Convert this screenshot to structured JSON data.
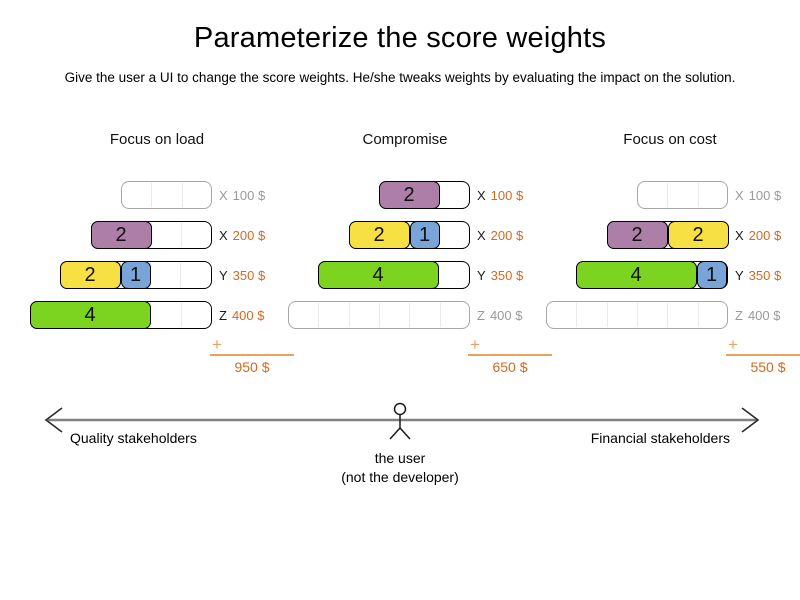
{
  "page": {
    "title": "Parameterize the score weights",
    "subtitle": "Give the user a UI to change the score weights. He/she tweaks weights by evaluating the impact on the solution."
  },
  "colors": {
    "purple": "#ad7fa8",
    "yellow": "#f7e043",
    "blue": "#78a4d8",
    "green": "#7cd421",
    "price_orange": "#d4691e",
    "sum_line_orange": "#eaa25f",
    "inactive_gray": "#999999",
    "letter_dark": "#1a1a1a",
    "empty_border": "#a6a6a6",
    "active_border": "#000000",
    "gridline": "#e9e9e9",
    "arrow_gray": "#808080"
  },
  "panels": [
    {
      "title": "Focus on load",
      "plus": "+",
      "total": "950 $",
      "rows": [
        {
          "letter": "X",
          "price": "100 $",
          "capacity": 3,
          "active": false,
          "blocks": []
        },
        {
          "letter": "X",
          "price": "200 $",
          "capacity": 4,
          "active": true,
          "blocks": [
            {
              "color": "purple",
              "value": "2"
            }
          ]
        },
        {
          "letter": "Y",
          "price": "350 $",
          "capacity": 5,
          "active": true,
          "blocks": [
            {
              "color": "yellow",
              "value": "2"
            },
            {
              "color": "blue",
              "value": "1"
            }
          ]
        },
        {
          "letter": "Z",
          "price": "400 $",
          "capacity": 6,
          "active": true,
          "blocks": [
            {
              "color": "green",
              "value": "4"
            }
          ]
        }
      ]
    },
    {
      "title": "Compromise",
      "plus": "+",
      "total": "650 $",
      "rows": [
        {
          "letter": "X",
          "price": "100 $",
          "capacity": 3,
          "active": true,
          "blocks": [
            {
              "color": "purple",
              "value": "2"
            }
          ]
        },
        {
          "letter": "X",
          "price": "200 $",
          "capacity": 4,
          "active": true,
          "blocks": [
            {
              "color": "yellow",
              "value": "2"
            },
            {
              "color": "blue",
              "value": "1"
            }
          ]
        },
        {
          "letter": "Y",
          "price": "350 $",
          "capacity": 5,
          "active": true,
          "blocks": [
            {
              "color": "green",
              "value": "4"
            }
          ]
        },
        {
          "letter": "Z",
          "price": "400 $",
          "capacity": 6,
          "active": false,
          "blocks": []
        }
      ]
    },
    {
      "title": "Focus on cost",
      "plus": "+",
      "total": "550 $",
      "rows": [
        {
          "letter": "X",
          "price": "100 $",
          "capacity": 3,
          "active": false,
          "blocks": []
        },
        {
          "letter": "X",
          "price": "200 $",
          "capacity": 4,
          "active": true,
          "blocks": [
            {
              "color": "purple",
              "value": "2"
            },
            {
              "color": "yellow",
              "value": "2"
            }
          ]
        },
        {
          "letter": "Y",
          "price": "350 $",
          "capacity": 5,
          "active": true,
          "blocks": [
            {
              "color": "green",
              "value": "4"
            },
            {
              "color": "blue",
              "value": "1"
            }
          ]
        },
        {
          "letter": "Z",
          "price": "400 $",
          "capacity": 6,
          "active": false,
          "blocks": []
        }
      ]
    }
  ],
  "axis": {
    "left_label": "Quality stakeholders",
    "right_label": "Financial stakeholders",
    "center_label_line1": "the user",
    "center_label_line2": "(not the developer)"
  }
}
